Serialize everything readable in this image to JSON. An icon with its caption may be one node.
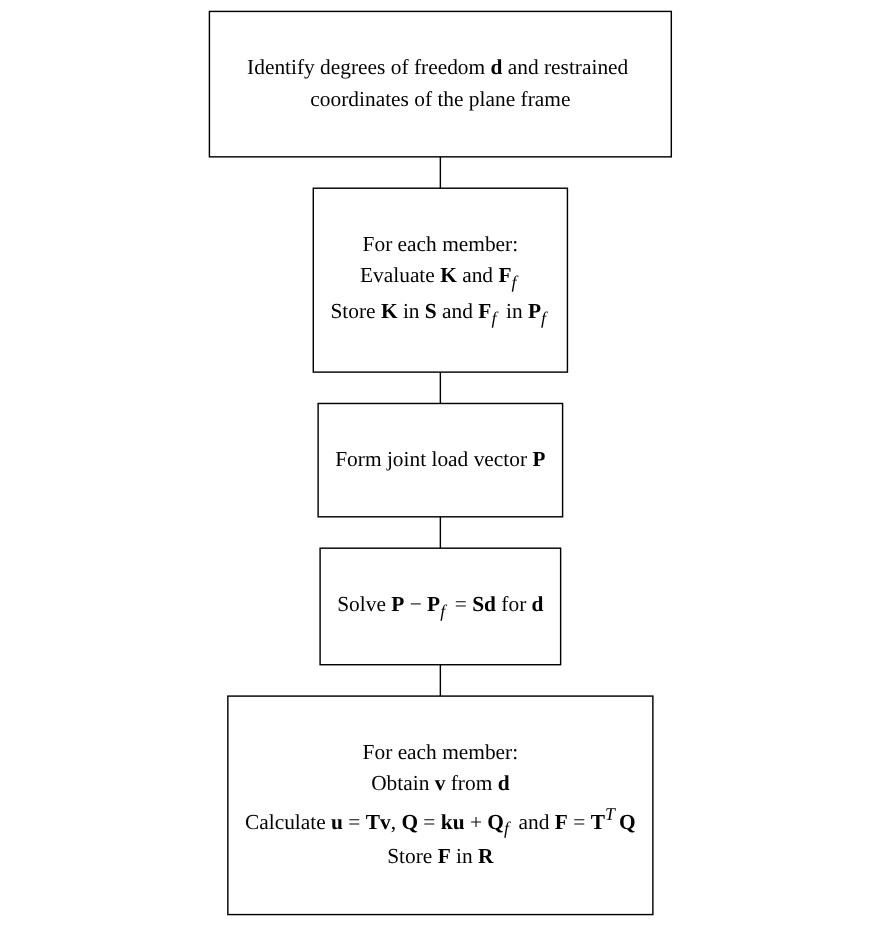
{
  "diagram": {
    "nodes": [
      {
        "text": [
          "Identify degrees of freedom **d** and restrained coordinates of the plane frame"
        ]
      },
      {
        "text": [
          "For each member:",
          "Evaluate **K** and **F**$_{f}$",
          "Store **K** in **S** and **F**$_{f}$ in **P**$_{f}$"
        ]
      },
      {
        "text": [
          "Form joint load vector **P**"
        ]
      },
      {
        "text": [
          "Solve **P** − **P**$_{f}$ = **Sd** for **d**"
        ]
      },
      {
        "text": [
          "For each member:",
          "Obtain **v** from **d**",
          "Calculate **u** = **Tv**, **Q** = **ku** + **Q**$_{f}$ and **F** = **T**$^{T}$**Q**",
          "Store **F** in **R**"
        ]
      }
    ],
    "edges": [
      {
        "from": 0,
        "to": 1,
        "arrow": "none"
      },
      {
        "from": 1,
        "to": 2,
        "arrow": "none"
      },
      {
        "from": 2,
        "to": 3,
        "arrow": "none"
      },
      {
        "from": 3,
        "to": 4,
        "arrow": "none"
      }
    ]
  }
}
